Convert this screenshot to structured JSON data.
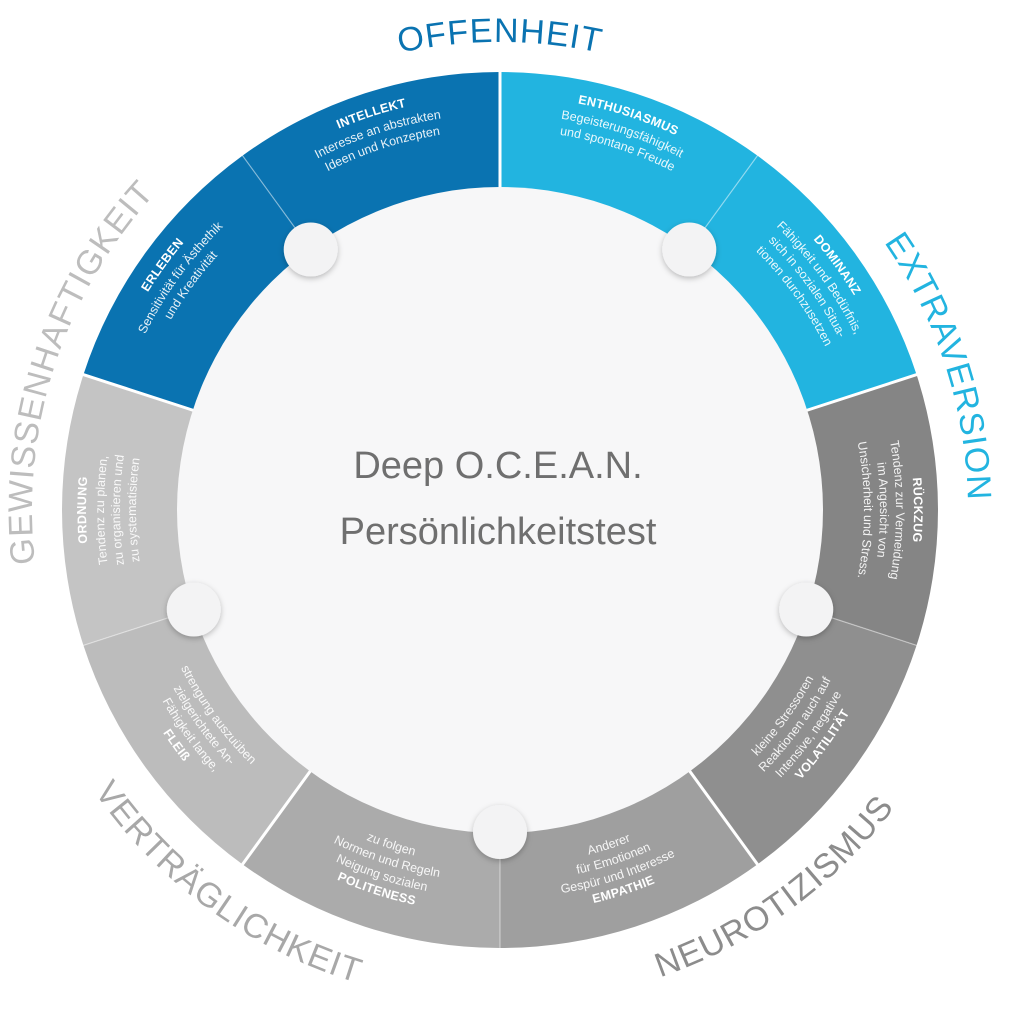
{
  "center": {
    "lines": [
      "Deep O.C.E.A.N.",
      "Persönlichkeitstest"
    ]
  },
  "dimensions": [
    {
      "key": "offenheit",
      "label": "OFFENHEIT",
      "color": "#0a73b1"
    },
    {
      "key": "extraversion",
      "label": "EXTRAVERSION",
      "color": "#22b4e0"
    },
    {
      "key": "neurotizismus",
      "label": "NEUROTIZISMUS",
      "color": "#8c8c8c"
    },
    {
      "key": "vertraeglichkeit",
      "label": "VERTRÄGLICHKEIT",
      "color": "#a8a8a8"
    },
    {
      "key": "gewissenhaftigkeit",
      "label": "GEWISSENHAFTIGKEIT",
      "color": "#bdbdbd"
    }
  ],
  "facets": [
    {
      "key": "intellekt",
      "title": "INTELLEKT",
      "desc": [
        "Interesse an abstrakten",
        "Ideen und Konzepten"
      ],
      "color": "#0a73b1"
    },
    {
      "key": "enthusiasmus",
      "title": "ENTHUSIASMUS",
      "desc": [
        "Begeisterungsfähigkeit",
        "und spontane Freude"
      ],
      "color": "#22b4e0"
    },
    {
      "key": "dominanz",
      "title": "DOMINANZ",
      "desc": [
        "Fähigkeit und Bedürfnis,",
        "sich in sozialen Situa-",
        "tionen durchzusetzen"
      ],
      "color": "#22b4e0"
    },
    {
      "key": "rueckzug",
      "title": "RÜCKZUG",
      "desc": [
        "Tendenz zur Vermeidung",
        "im Angesicht von",
        "Unsicherheit und Stress."
      ],
      "color": "#858585"
    },
    {
      "key": "volatilitaet",
      "title": "VOLATILITÄT",
      "desc": [
        "Intensive, negative",
        "Reaktionen auch auf",
        "kleine Stressoren"
      ],
      "color": "#8f8f8f"
    },
    {
      "key": "empathie",
      "title": "EMPATHIE",
      "desc": [
        "Gespür und Interesse",
        "für Emotionen",
        "Anderer"
      ],
      "color": "#9f9f9f"
    },
    {
      "key": "politeness",
      "title": "POLITENESS",
      "desc": [
        "Neigung sozialen",
        "Normen und Regeln",
        "zu folgen"
      ],
      "color": "#ababab"
    },
    {
      "key": "fleiss",
      "title": "FLEIß",
      "desc": [
        "Fähigkeit lange,",
        "zielgerichtete An-",
        "strengung auszuüben"
      ],
      "color": "#bcbcbc"
    },
    {
      "key": "ordnung",
      "title": "ORDNUNG",
      "desc": [
        "Tendenz zu planen,",
        "zu organisieren und",
        "zu systematisieren"
      ],
      "color": "#c4c4c4"
    },
    {
      "key": "erleben",
      "title": "ERLEBEN",
      "desc": [
        "Sensitivität für Ästhethik",
        "und Kreativität"
      ],
      "color": "#0a73b1"
    }
  ]
}
